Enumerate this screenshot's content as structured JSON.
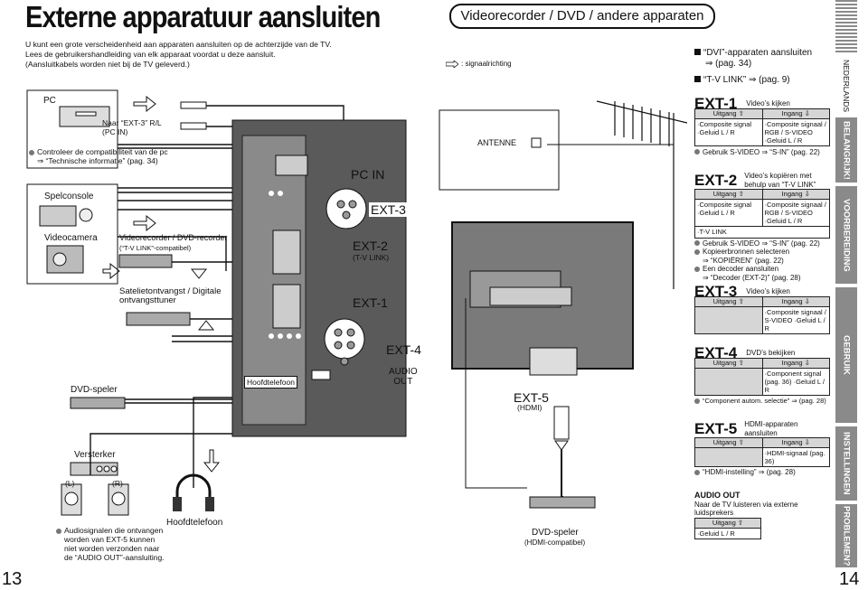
{
  "title": "Externe apparatuur aansluiten",
  "subtitle": "Videorecorder / DVD / andere apparaten",
  "intro": {
    "line1": "U kunt een grote verscheidenheid aan apparaten aansluiten op de achterzijde van de TV.",
    "line2": "Lees de gebruikershandleiding van elk apparaat voordat u deze aansluit.",
    "line3": "(Aansluitkabels worden niet bij de TV geleverd.)"
  },
  "legend_signal": ": signaalrichting",
  "devices": {
    "pc": "PC",
    "pc_note": "Naar “EXT-3” R/L (PC IN)",
    "pc_compat_1": "Controleer de compatibiliteit van de pc",
    "pc_compat_2": "⇒ “Technische informatie” (pag. 34)",
    "console": "Spelconsole",
    "camera": "Videocamera",
    "vcr": "Videorecorder / DVD-recorder",
    "vcr_sub": "(“T-V LINK”-compatibel)",
    "satellite": "Satelietontvangst / Digitale ontvangsttuner",
    "dvd": "DVD-speler",
    "amp": "Versterker",
    "left": "(L)",
    "right": "(R)",
    "audio_note_1": "Audiosignalen die ontvangen",
    "audio_note_2": "worden van EXT-5 kunnen",
    "audio_note_3": "niet worden verzonden naar",
    "audio_note_4": "de “AUDIO OUT”-aansluiting.",
    "headphones_left": "Hoofdtelefoon",
    "headphones_panel": "Hoofdtelefoon",
    "antenna": "ANTENNE",
    "dvd_hdmi": "DVD-speler",
    "dvd_hdmi_sub": "(HDMI-compatibel)"
  },
  "ports": {
    "pcin": "PC IN",
    "ext3": "EXT-3",
    "ext2": "EXT-2",
    "ext2_sub": "(T-V LINK)",
    "ext1": "EXT-1",
    "ext4": "EXT-4",
    "audio_out_1": "AUDIO",
    "audio_out_2": "OUT",
    "ext5": "EXT-5",
    "ext5_sub": "(HDMI)"
  },
  "right": {
    "dvi": "“DVI”-apparaten aansluiten",
    "dvi_ref": "⇒ (pag. 34)",
    "tvlink": "“T-V LINK” ⇒ (pag. 9)",
    "out_label": "Uitgang ⇧",
    "in_label": "Ingang ⇩",
    "ext1": {
      "name": "EXT-1",
      "desc": "Video’s kijken",
      "out": "·Composite signal ·Geluid L / R",
      "in": "·Composite signaal / RGB / S-VIDEO ·Geluid L / R",
      "note": "Gebruik S-VIDEO ⇒ “S-IN” (pag. 22)"
    },
    "ext2": {
      "name": "EXT-2",
      "desc": "Video’s kopiëren met behulp van “T-V LINK”",
      "out": "·Composite signal ·Geluid L / R",
      "in": "·Composite signaal / RGB / S-VIDEO ·Geluid L / R",
      "extra": "·T-V LINK",
      "note1": "Gebruik S-VIDEO ⇒ “S-IN” (pag. 22)",
      "note2": "Kopieerbronnen selecteren",
      "note3": "⇒ “KOPIËREN” (pag. 22)",
      "note4": "Een decoder aansluiten",
      "note5": "⇒ “Decoder (EXT-2)” (pag. 28)"
    },
    "ext3": {
      "name": "EXT-3",
      "desc": "Video’s kijken",
      "in": "·Composite signaal / S-VIDEO ·Geluid L / R"
    },
    "ext4": {
      "name": "EXT-4",
      "desc": "DVD’s bekijken",
      "in": "·Component signal (pag. 36) ·Geluid L / R",
      "note": "“Component autom. selectie” ⇒ (pag. 28)"
    },
    "ext5": {
      "name": "EXT-5",
      "desc": "HDMI-apparaten aansluiten",
      "in": "·HDMI-signaal (pag. 36)",
      "note": "“HDMI-instelling” ⇒ (pag. 28)"
    },
    "audio_out": "AUDIO OUT",
    "audio_out_desc": "Naar de TV luisteren via externe luidsprekers",
    "audio_out_out": "·Geluid L / R"
  },
  "sidebar": [
    "NEDERLANDS",
    "BELANGRIJK!",
    "VOORBEREIDING",
    "GEBRUIK",
    "INSTELLINGEN",
    "PROBLEMEN?"
  ],
  "pages": {
    "left": "13",
    "right": "14"
  },
  "colors": {
    "panel": "#5a5a5a",
    "sidebar": "#8a8a8a",
    "header_cell": "#d6d6d6"
  }
}
